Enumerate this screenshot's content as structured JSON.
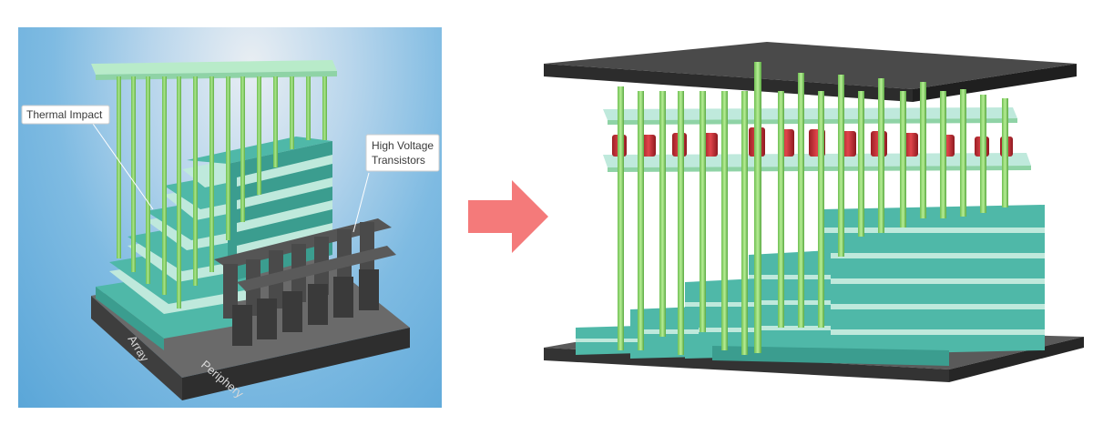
{
  "left_diagram": {
    "callouts": {
      "thermal_impact": "Thermal Impact",
      "high_voltage_line1": "High Voltage",
      "high_voltage_line2": "Transistors"
    },
    "base_labels": {
      "array": "Array",
      "periphery": "Periphery"
    }
  },
  "colors": {
    "teal_layer": "#4fb8a8",
    "light_teal_layer": "#bfe9dc",
    "pillar_green": "#8ed66b",
    "transistor_gray": "#4a4a4a",
    "contact_red": "#c8333a",
    "arrow_salmon": "#f47a7a",
    "slab_dark": "#3c3c3c"
  }
}
